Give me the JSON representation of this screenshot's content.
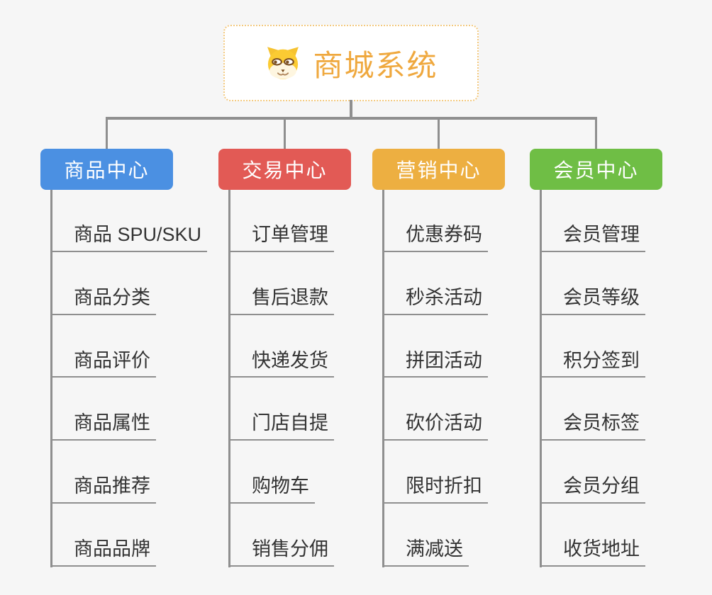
{
  "root": {
    "title": "商城系统",
    "icon": "dog-face-icon"
  },
  "branches": [
    {
      "label": "商品中心",
      "color": "#4B90E2",
      "children": [
        "商品 SPU/SKU",
        "商品分类",
        "商品评价",
        "商品属性",
        "商品推荐",
        "商品品牌"
      ]
    },
    {
      "label": "交易中心",
      "color": "#E25A55",
      "children": [
        "订单管理",
        "售后退款",
        "快递发货",
        "门店自提",
        "购物车",
        "销售分佣"
      ]
    },
    {
      "label": "营销中心",
      "color": "#EDAF41",
      "children": [
        "优惠券码",
        "秒杀活动",
        "拼团活动",
        "砍价活动",
        "限时折扣",
        "满减送"
      ]
    },
    {
      "label": "会员中心",
      "color": "#6FBE45",
      "children": [
        "会员管理",
        "会员等级",
        "积分签到",
        "会员标签",
        "会员分组",
        "收货地址"
      ]
    }
  ],
  "colors": {
    "background": "#F6F6F6",
    "connector": "#8F8F8F",
    "underline": "#8F8F8F",
    "root_border": "#F3C97F",
    "root_text": "#EFA83E",
    "child_text": "#333333"
  }
}
